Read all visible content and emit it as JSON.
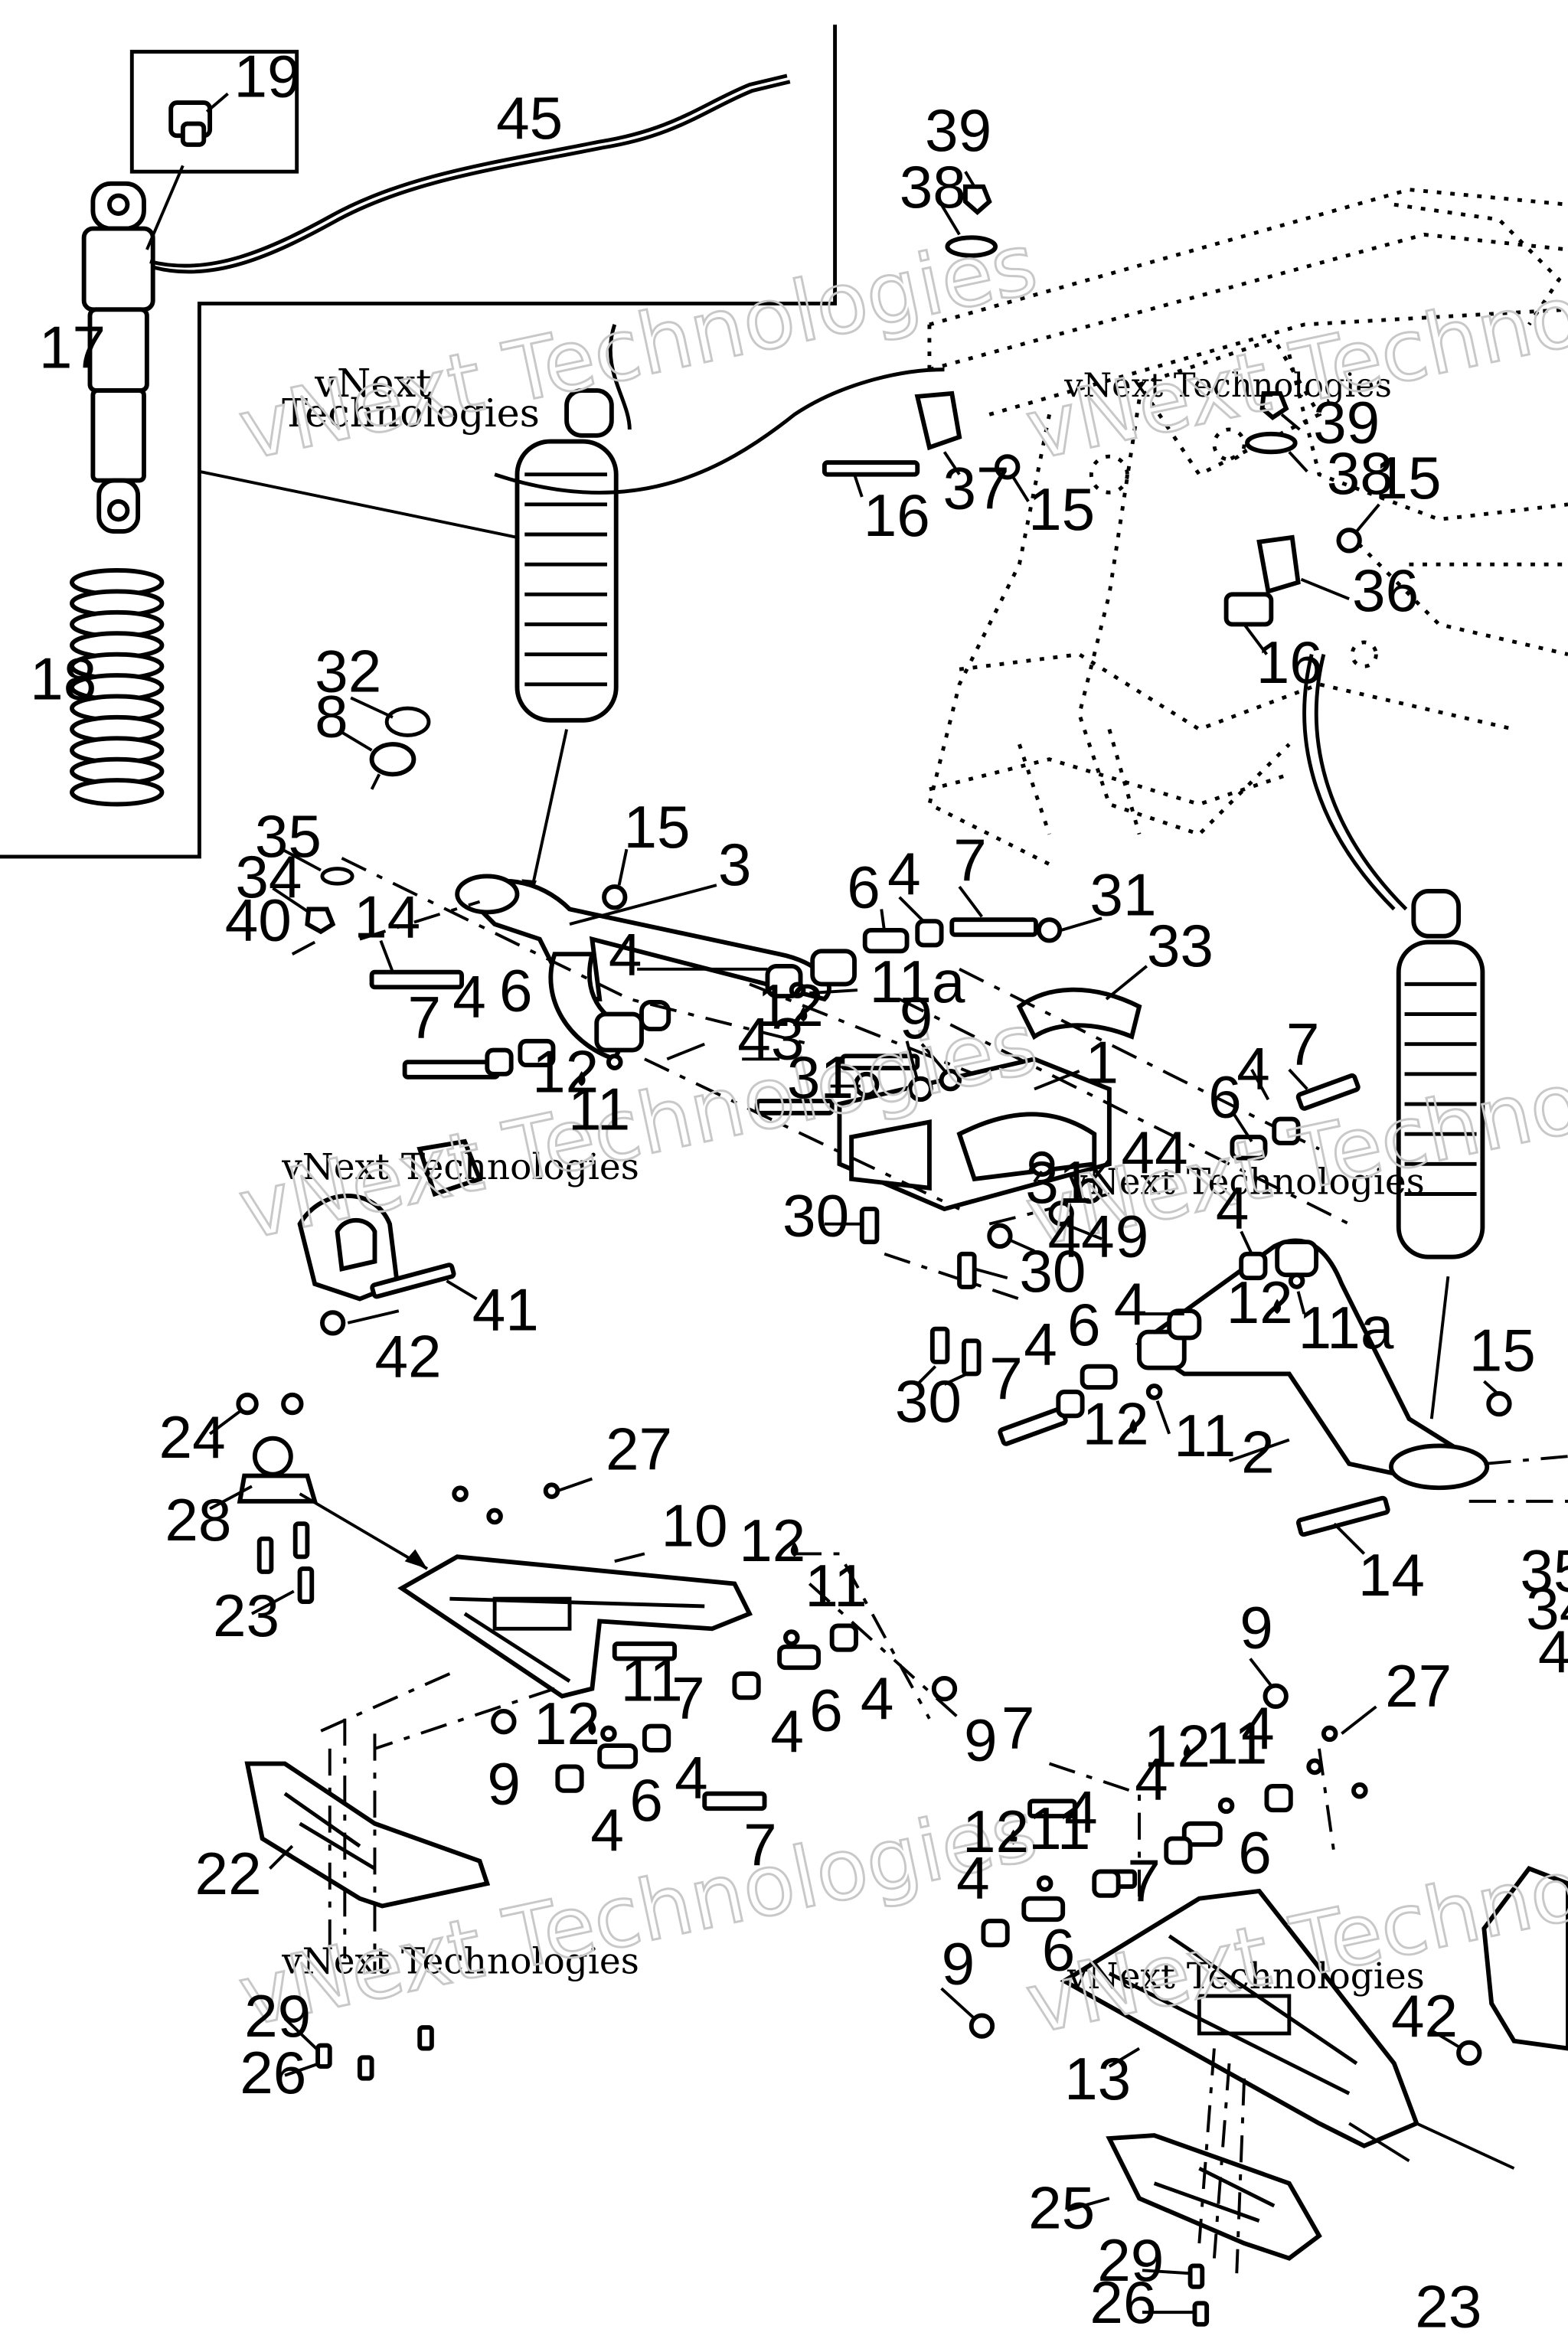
{
  "watermark": {
    "line1": "vNext",
    "line2": "Technologies",
    "full": "vNext Technologies"
  },
  "callouts": {
    "c1": "1",
    "c2": "2",
    "c3": "3",
    "c4": "4",
    "c6": "6",
    "c7": "7",
    "c8": "8",
    "c9": "9",
    "c10": "10",
    "c11": "11",
    "c11a": "11a",
    "c12": "12",
    "c13": "13",
    "c14": "14",
    "c15": "15",
    "c16": "16",
    "c17": "17",
    "c18": "18",
    "c19": "19",
    "c22": "22",
    "c23": "23",
    "c24": "24",
    "c25": "25",
    "c26": "26",
    "c27": "27",
    "c28": "28",
    "c29": "29",
    "c30": "30",
    "c31": "31",
    "c32": "32",
    "c33": "33",
    "c34": "34",
    "c35": "35",
    "c36": "36",
    "c37": "37",
    "c38": "38",
    "c39": "39",
    "c40": "40",
    "c41": "41",
    "c42": "42",
    "c43": "43",
    "c44": "44",
    "c45": "45"
  }
}
